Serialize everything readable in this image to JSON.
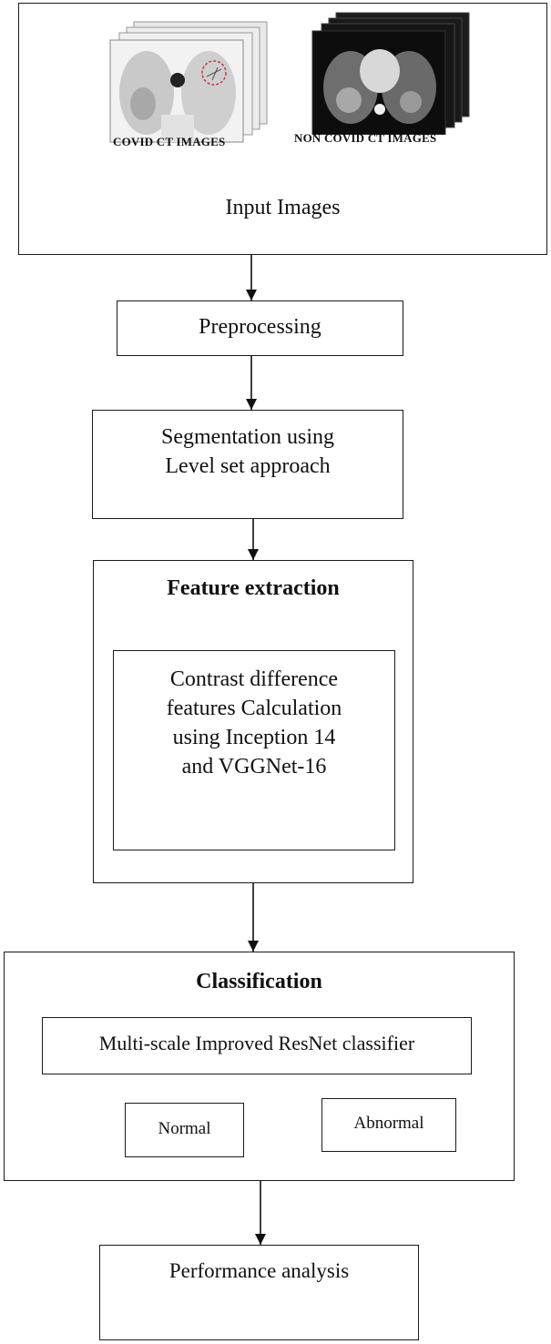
{
  "input": {
    "covid_label": "COVID CT IMAGES",
    "noncovid_label": "NON COVID CT IMAGES",
    "title": "Input Images"
  },
  "preprocessing": {
    "title": "Preprocessing"
  },
  "segmentation": {
    "line1": "Segmentation using",
    "line2": "Level set approach"
  },
  "feature": {
    "title": "Feature extraction",
    "line1": "Contrast difference",
    "line2": "features Calculation",
    "line3": "using Inception 14",
    "line4": "and VGGNet-16"
  },
  "classification": {
    "title": "Classification",
    "classifier": "Multi-scale Improved ResNet classifier",
    "normal": "Normal",
    "abnormal": "Abnormal"
  },
  "performance": {
    "title": "Performance analysis"
  }
}
